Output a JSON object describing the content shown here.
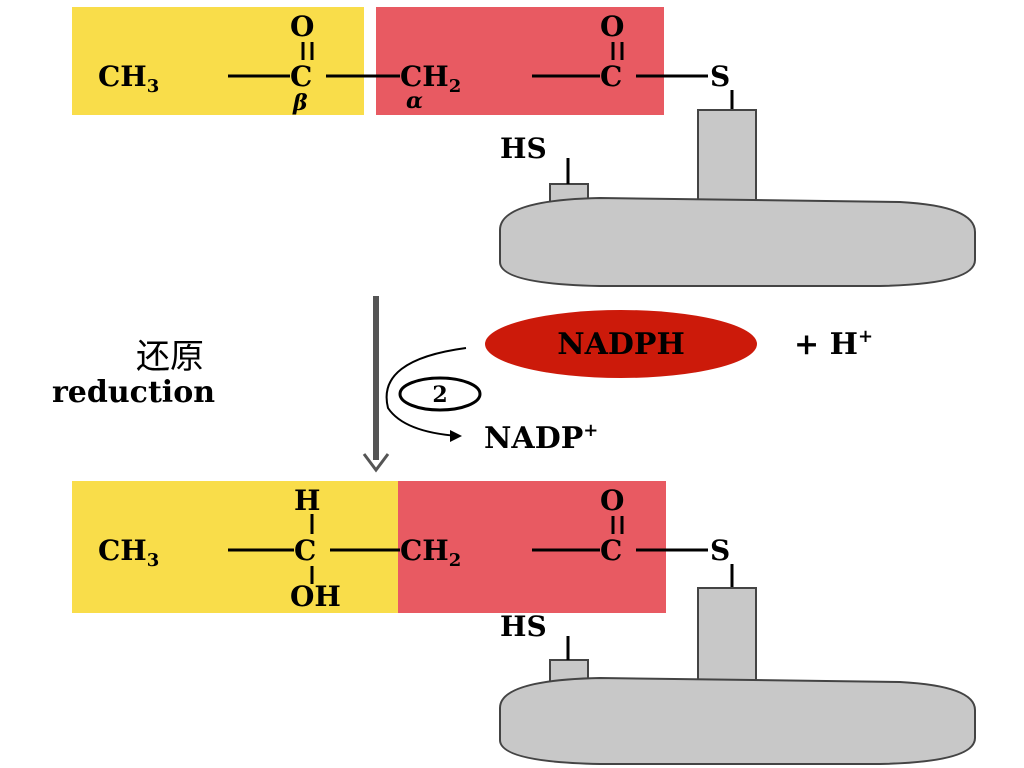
{
  "colors": {
    "beta_carbon_box": "#f9dd4a",
    "alpha_carbon_box": "#e85a62",
    "nadph_oval": "#cc1a0a",
    "acp_protein": "#c8c8c8",
    "bonds": "#000000",
    "reaction_arrow": "#555555"
  },
  "top_molecule": {
    "left_group": "CH",
    "left_sub": "3",
    "beta_carbon": "C",
    "beta_label": "β",
    "carbonyl_o": "O",
    "alpha_group": "CH",
    "alpha_sub": "2",
    "alpha_label": "α",
    "thioester_c": "C",
    "thioester_o": "O",
    "sulfur": "S",
    "acp_thiol": "HS"
  },
  "reaction": {
    "chinese_label": "还原",
    "english_label": "reduction",
    "step_number": "2",
    "cofactor_in": "NADPH",
    "proton": "+ H",
    "proton_charge": "+",
    "cofactor_out": "NADP",
    "cofactor_out_charge": "+"
  },
  "bottom_molecule": {
    "left_group": "CH",
    "left_sub": "3",
    "hydroxyl_h": "H",
    "beta_carbon": "C",
    "hydroxyl_oh": "OH",
    "alpha_group": "CH",
    "alpha_sub": "2",
    "thioester_c": "C",
    "thioester_o": "O",
    "sulfur": "S",
    "acp_thiol": "HS"
  }
}
